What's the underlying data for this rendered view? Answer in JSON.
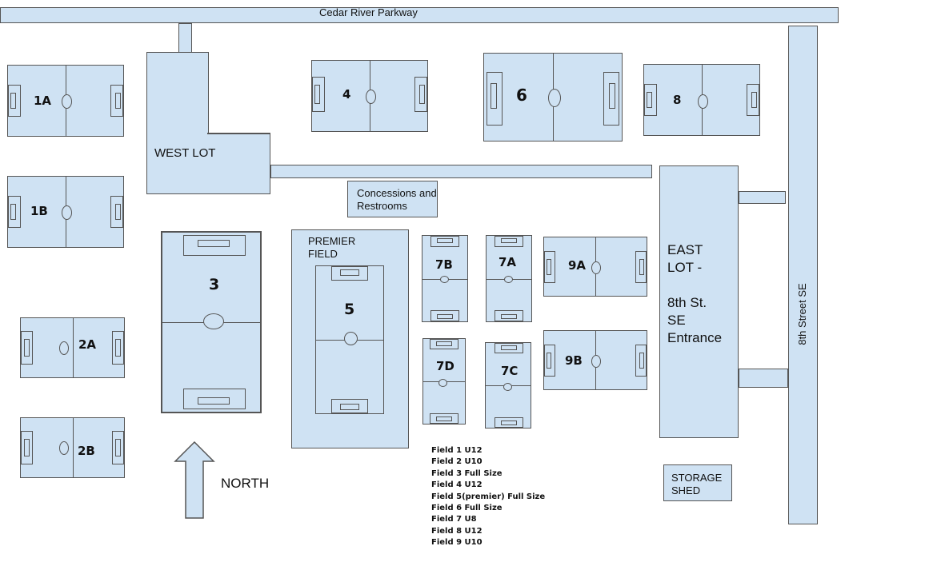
{
  "roads": {
    "top": "Cedar River Parkway",
    "right": "8th Street SE"
  },
  "lots": {
    "west": "WEST LOT",
    "east_lines": [
      "EAST",
      "LOT -",
      "",
      "8th St.",
      "SE",
      "Entrance"
    ]
  },
  "buildings": {
    "concessions_lines": [
      "Concessions and",
      "Restrooms"
    ],
    "storage_lines": [
      "STORAGE",
      "SHED"
    ]
  },
  "premier_lines": [
    "PREMIER",
    "FIELD"
  ],
  "fields": {
    "f1a": "1A",
    "f1b": "1B",
    "f2a": "2A",
    "f2b": "2B",
    "f3": "3",
    "f4": "4",
    "f5": "5",
    "f6": "6",
    "f7a": "7A",
    "f7b": "7B",
    "f7c": "7C",
    "f7d": "7D",
    "f8": "8",
    "f9a": "9A",
    "f9b": "9B"
  },
  "north": "NORTH",
  "legend": [
    "Field 1 U12",
    "Field 2 U10",
    "Field 3 Full Size",
    "Field 4 U12",
    "Field 5(premier) Full Size",
    "Field 6 Full Size",
    "Field 7 U8",
    "Field 8 U12",
    "Field 9 U10"
  ]
}
